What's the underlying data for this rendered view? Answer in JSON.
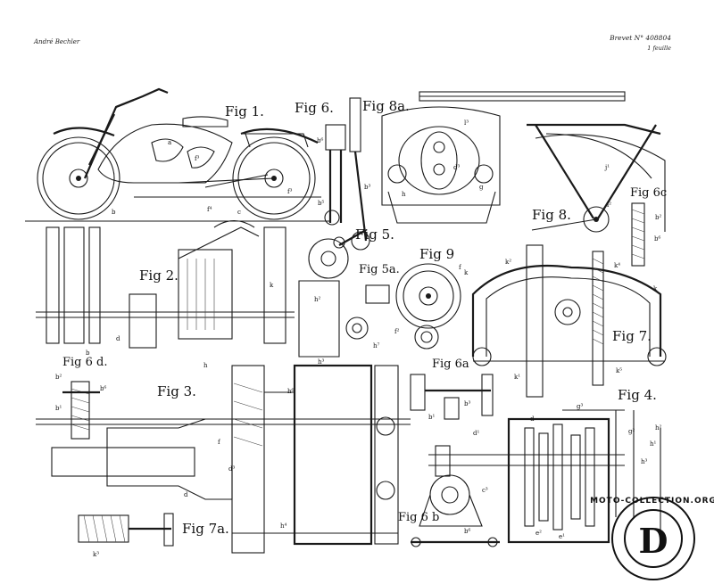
{
  "header": {
    "author": "André Bechler",
    "brevet": "Brevet N° 408804",
    "sheet": "1 feuille"
  },
  "figures": {
    "fig1": "Fig 1.",
    "fig6": "Fig 6.",
    "fig8a": "Fig 8a.",
    "fig8": "Fig 8.",
    "fig6c": "Fig 6c",
    "fig2": "Fig 2.",
    "fig5": "Fig 5.",
    "fig5a": "Fig 5a.",
    "fig9": "Fig 9",
    "fig7": "Fig 7.",
    "fig6d": "Fig 6 d.",
    "fig3": "Fig 3.",
    "fig6a": "Fig 6a",
    "fig4": "Fig 4.",
    "fig6b": "Fig 6 b",
    "fig7a": "Fig 7a."
  },
  "watermark": {
    "text": "MOTO-COLLECTION.ORG",
    "letter": "D"
  },
  "colors": {
    "ink": "#1a1a1a",
    "paper": "#ffffff"
  }
}
